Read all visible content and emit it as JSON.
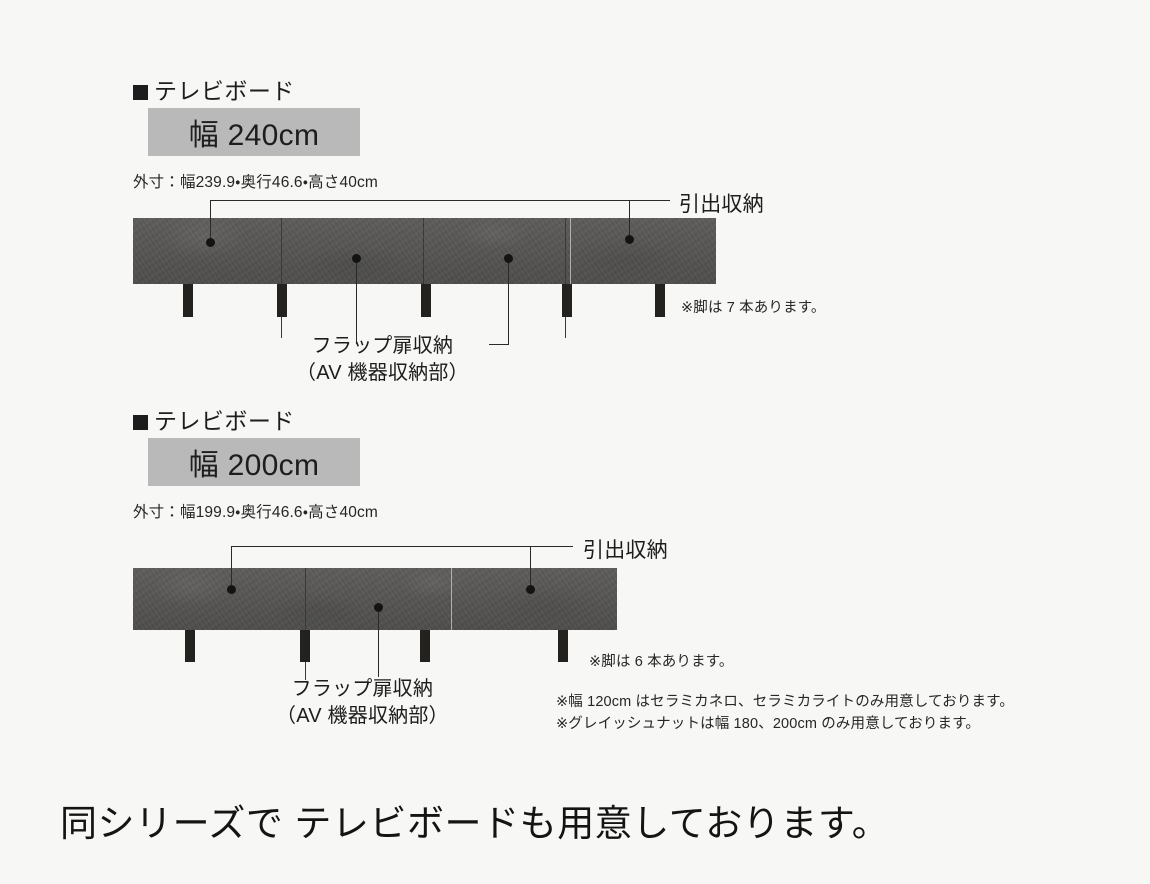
{
  "background_color": "#f7f7f5",
  "badge_color": "#b9b9b9",
  "body_color": "#565553",
  "leg_color": "#23221f",
  "sections": [
    {
      "heading": "テレビボード",
      "badge": "幅 240cm",
      "dimensions": "外寸：幅239.9・奥行46.6・高さ40cm",
      "callout_drawer": "引出収納",
      "callout_flap_line1": "フラップ扉収納",
      "callout_flap_line2": "（AV 機器収納部）",
      "legs_note": "※脚は 7 本あります。"
    },
    {
      "heading": "テレビボード",
      "badge": "幅 200cm",
      "dimensions": "外寸：幅199.9・奥行46.6・高さ40cm",
      "callout_drawer": "引出収納",
      "callout_flap_line1": "フラップ扉収納",
      "callout_flap_line2": "（AV 機器収納部）",
      "legs_note": "※脚は 6 本あります。"
    }
  ],
  "footnotes": {
    "line1": "※幅 120cm はセラミカネロ、セラミカライトのみ用意しております。",
    "line2": "※グレイッシュナットは幅 180、200cm のみ用意しております。"
  },
  "headline": "同シリーズで テレビボードも用意しております。"
}
